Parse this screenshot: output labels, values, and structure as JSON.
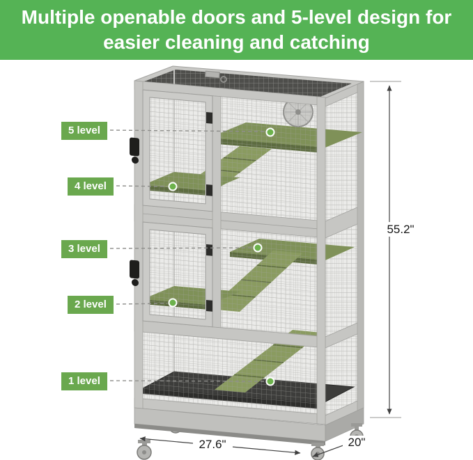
{
  "banner": {
    "line1": "Multiple openable doors and 5-level design for",
    "line2": "easier cleaning and catching"
  },
  "level_labels": [
    {
      "text": "5 level"
    },
    {
      "text": "4 level"
    },
    {
      "text": "3 level"
    },
    {
      "text": "2 level"
    },
    {
      "text": "1 level"
    }
  ],
  "dimensions": {
    "height": "55.2\"",
    "width": "27.6\"",
    "depth": "20\""
  },
  "colors": {
    "banner_bg": "#55b355",
    "banner_text": "#ffffff",
    "label_bg": "#6aa84e",
    "label_text": "#ffffff",
    "platform_green": "#7f9158",
    "ramp_green": "#8a9b60",
    "frame_gray": "#c6c6c3",
    "tray_dark": "#3d3d3b",
    "dimension_line": "#3f3f3f"
  }
}
